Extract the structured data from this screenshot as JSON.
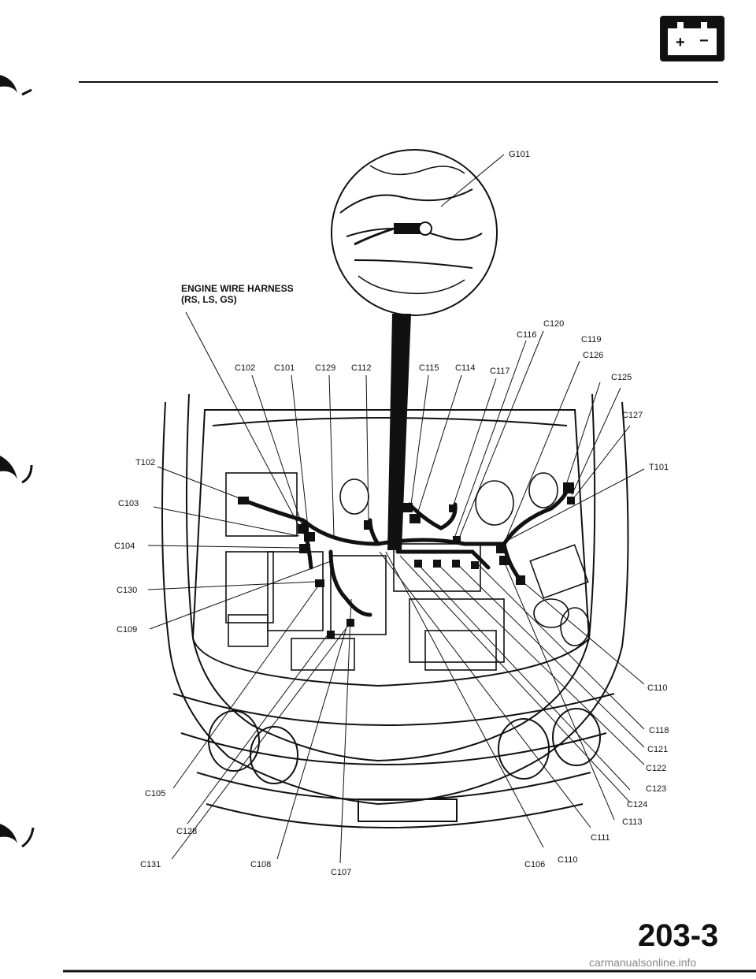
{
  "harness_title": {
    "line1": "ENGINE WIRE HARNESS",
    "line2": "(RS, LS, GS)"
  },
  "ground_label": "G101",
  "page_number": "203-3",
  "watermark": "carmanualsonline.info",
  "icons": {
    "battery": "battery-icon"
  },
  "connectors": {
    "top_left": [
      "C102",
      "C101",
      "C129",
      "C112"
    ],
    "top_mid": [
      "C115",
      "C114",
      "C117"
    ],
    "top_right": [
      "C116",
      "C120",
      "C119",
      "C126",
      "C125",
      "C127"
    ],
    "left": [
      "T102",
      "C103",
      "C104",
      "C130",
      "C109"
    ],
    "right": [
      "T101",
      "C110",
      "C118",
      "C121",
      "C122",
      "C123",
      "C124",
      "C113",
      "C111"
    ],
    "bottom": [
      "C105",
      "C128",
      "C131",
      "C108",
      "C107",
      "C106",
      "C110"
    ]
  }
}
